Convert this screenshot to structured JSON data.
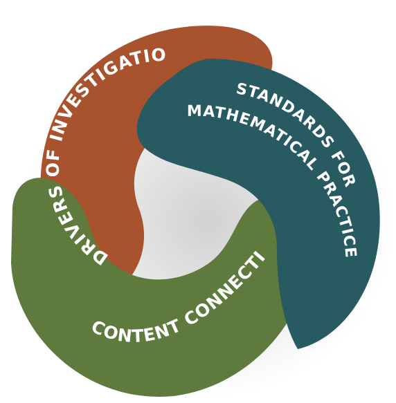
{
  "segments": [
    {
      "id": "drivers",
      "label": "DRIVERS OF INVESTIGATION",
      "color": "#a8532e"
    },
    {
      "id": "standards",
      "label_line1": "STANDARDS FOR",
      "label_line2": "MATHEMATICAL PRACTICE",
      "color": "#275a61"
    },
    {
      "id": "content",
      "label": "CONTENT CONNECTIONS",
      "color": "#5e7a3c"
    }
  ]
}
